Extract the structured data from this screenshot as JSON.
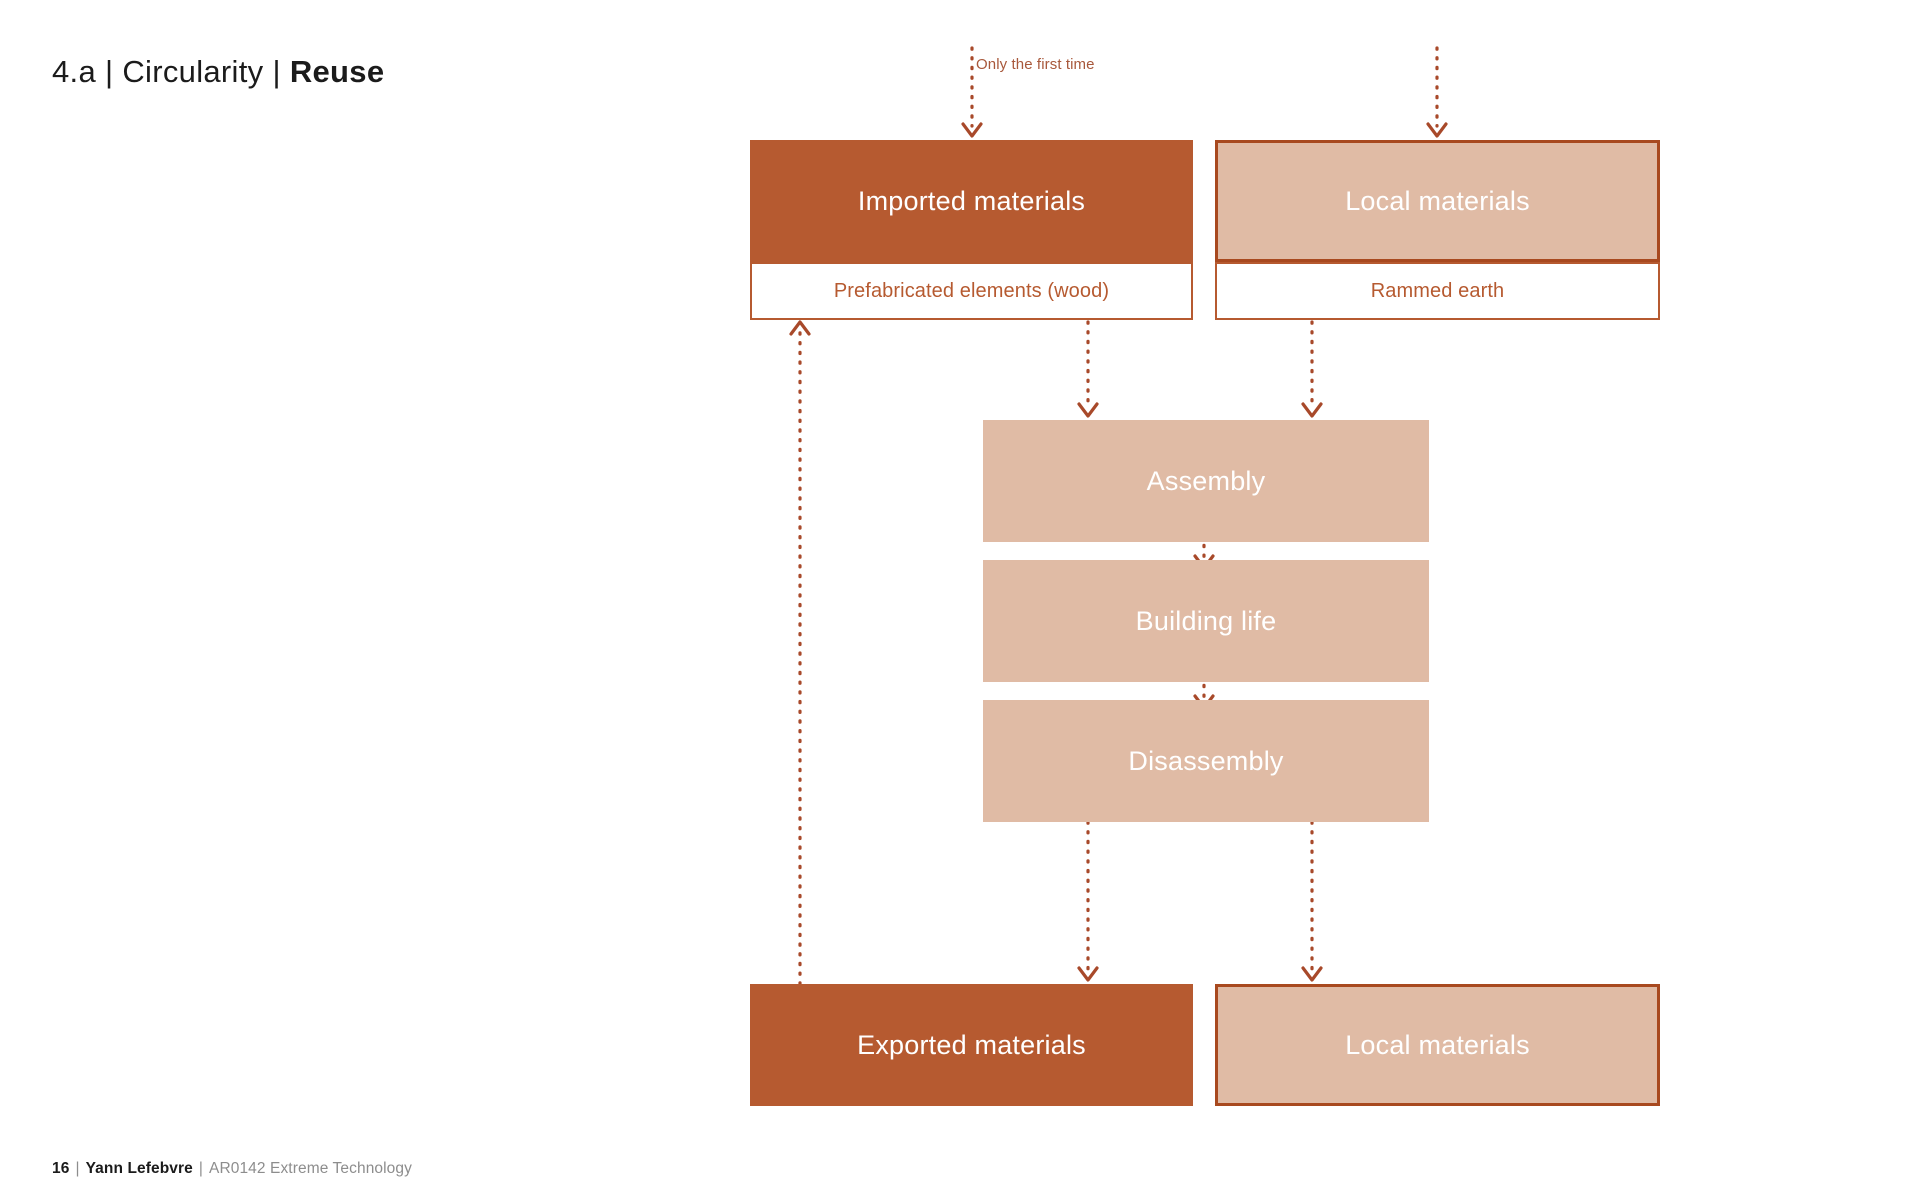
{
  "header": {
    "section_number": "4.a",
    "separator": "|",
    "category": "Circularity",
    "topic": "Reuse"
  },
  "footer": {
    "page_number": "16",
    "separator": "|",
    "author": "Yann Lefebvre",
    "course": "AR0142 Extreme Technology"
  },
  "colors": {
    "terracotta_solid": "#b65a30",
    "terracotta_border": "#a8491f",
    "tan_fill": "#e0bba5",
    "connector": "#a8492a",
    "annotation_text": "#a8583b",
    "white_text": "#ffffff",
    "background": "#ffffff"
  },
  "diagram": {
    "type": "flowchart",
    "title": "Reuse circularity flow",
    "annotations": [
      {
        "id": "only-first-time",
        "text": "Only the first time"
      }
    ],
    "nodes": [
      {
        "id": "imported-materials",
        "label": "Imported materials",
        "style": "solid",
        "row": "top-input"
      },
      {
        "id": "local-materials-top",
        "label": "Local materials",
        "style": "tan-bordered",
        "row": "top-input"
      },
      {
        "id": "prefabricated-elements",
        "label": "Prefabricated elements (wood)",
        "style": "outline",
        "row": "top-sublabel"
      },
      {
        "id": "rammed-earth",
        "label": "Rammed earth",
        "style": "outline",
        "row": "top-sublabel"
      },
      {
        "id": "assembly",
        "label": "Assembly",
        "style": "tan",
        "row": "process"
      },
      {
        "id": "building-life",
        "label": "Building life",
        "style": "tan",
        "row": "process"
      },
      {
        "id": "disassembly",
        "label": "Disassembly",
        "style": "tan",
        "row": "process"
      },
      {
        "id": "exported-materials",
        "label": "Exported materials",
        "style": "solid",
        "row": "bottom-output"
      },
      {
        "id": "local-materials-bottom",
        "label": "Local materials",
        "style": "tan-bordered",
        "row": "bottom-output"
      }
    ],
    "edges": [
      {
        "from": "external",
        "to": "imported-materials",
        "style": "dotted",
        "arrow": "down",
        "label": "Only the first time"
      },
      {
        "from": "external",
        "to": "local-materials-top",
        "style": "dotted",
        "arrow": "down"
      },
      {
        "from": "prefabricated-elements",
        "to": "assembly",
        "style": "dotted",
        "arrow": "down"
      },
      {
        "from": "rammed-earth",
        "to": "assembly",
        "style": "dotted",
        "arrow": "down"
      },
      {
        "from": "assembly",
        "to": "building-life",
        "style": "dotted",
        "arrow": "down"
      },
      {
        "from": "building-life",
        "to": "disassembly",
        "style": "dotted",
        "arrow": "down"
      },
      {
        "from": "disassembly",
        "to": "exported-materials",
        "style": "dotted",
        "arrow": "down"
      },
      {
        "from": "disassembly",
        "to": "local-materials-bottom",
        "style": "dotted",
        "arrow": "down"
      },
      {
        "from": "exported-materials",
        "to": "prefabricated-elements",
        "style": "dotted",
        "arrow": "up"
      }
    ]
  }
}
